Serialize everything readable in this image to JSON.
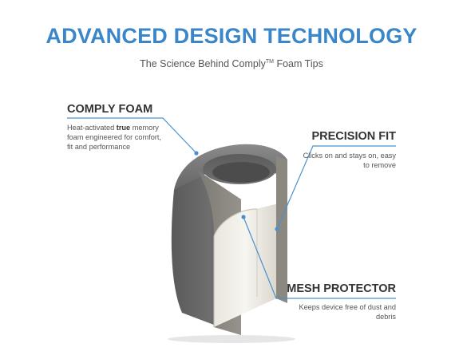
{
  "header": {
    "title": "ADVANCED DESIGN TECHNOLOGY",
    "subtitle_prefix": "The Science Behind Comply",
    "subtitle_tm": "TM",
    "subtitle_suffix": " Foam Tips"
  },
  "callouts": {
    "comply_foam": {
      "title": "COMPLY FOAM",
      "text_pre": "Heat-activated ",
      "text_bold": "true",
      "text_post": " memory foam engineered for comfort, fit and performance"
    },
    "precision_fit": {
      "title": "PRECISION FIT",
      "text": "Clicks on and stays on, easy to remove"
    },
    "mesh_protector": {
      "title": "MESH PROTECTOR",
      "text": "Keeps device free of dust and debris"
    }
  },
  "colors": {
    "title_blue": "#3a86c8",
    "leader_line": "#4a90d0",
    "foam_outer": "#6b6b6b",
    "foam_cut_face": "#8a8780",
    "inner_core": "#f2f0ea"
  }
}
